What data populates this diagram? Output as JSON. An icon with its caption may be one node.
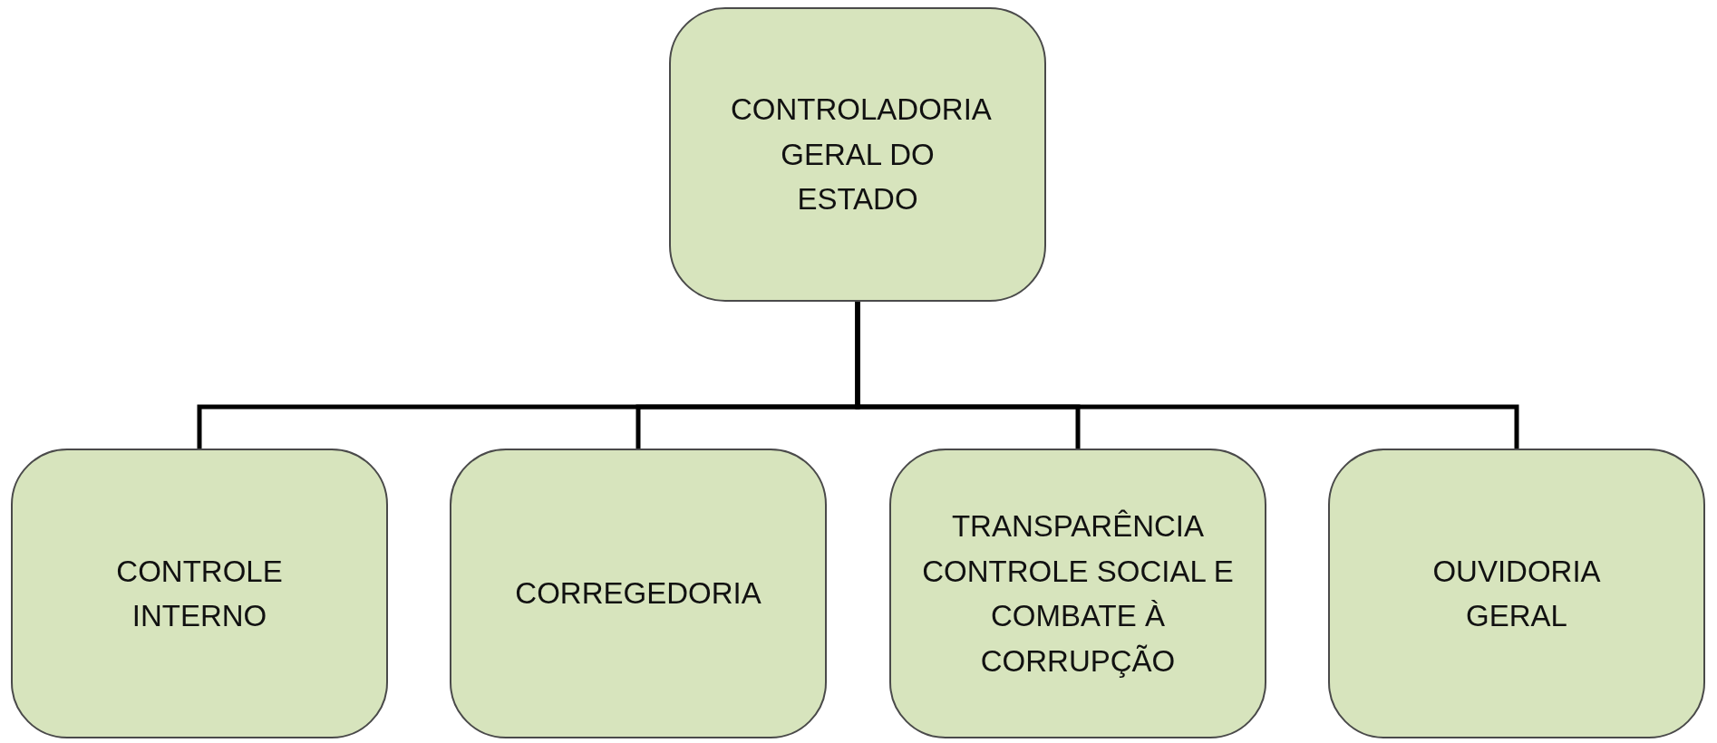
{
  "diagram": {
    "nodes": [
      {
        "text": [
          "CONTROLADORIA GERAL DO ESTADO"
        ]
      },
      {
        "text": [
          "CONTROLE INTERNO"
        ]
      },
      {
        "text": [
          "CORREGEDORIA"
        ]
      },
      {
        "text": [
          "TRANSPARÊNCIA CONTROLE SOCIAL E COMBATE À CORRUPÇÃO"
        ]
      },
      {
        "text": [
          "OUVIDORIA GERAL"
        ]
      }
    ],
    "edges": [
      {
        "from": 0,
        "to": 1,
        "arrow": "none"
      },
      {
        "from": 0,
        "to": 2,
        "arrow": "none"
      },
      {
        "from": 0,
        "to": 3,
        "arrow": "none"
      },
      {
        "from": 0,
        "to": 4,
        "arrow": "none"
      }
    ]
  }
}
